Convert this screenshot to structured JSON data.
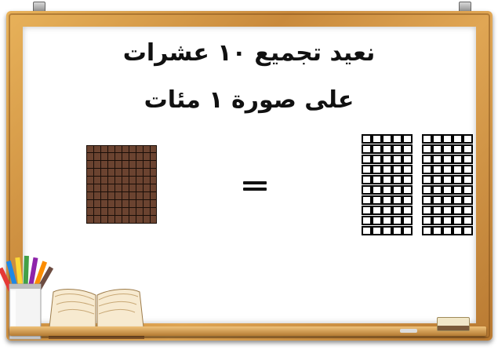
{
  "title": {
    "line1": "نعيد تجميع ١٠ عشرات",
    "line2": "على صورة ١ مئات"
  },
  "symbols": {
    "equals": "="
  },
  "figures": {
    "hundred_block": {
      "rows": 10,
      "columns": 10
    },
    "tens_rods": {
      "groups": 2,
      "rods_per_group": 5,
      "units_per_rod": 10
    }
  },
  "colors": {
    "frame": "#c98a3c",
    "board": "#ffffff",
    "hundred_block": "#6b4330"
  },
  "icons": [
    "pencil-cup-icon",
    "open-book-icon",
    "eraser-icon",
    "chalk-icon"
  ]
}
